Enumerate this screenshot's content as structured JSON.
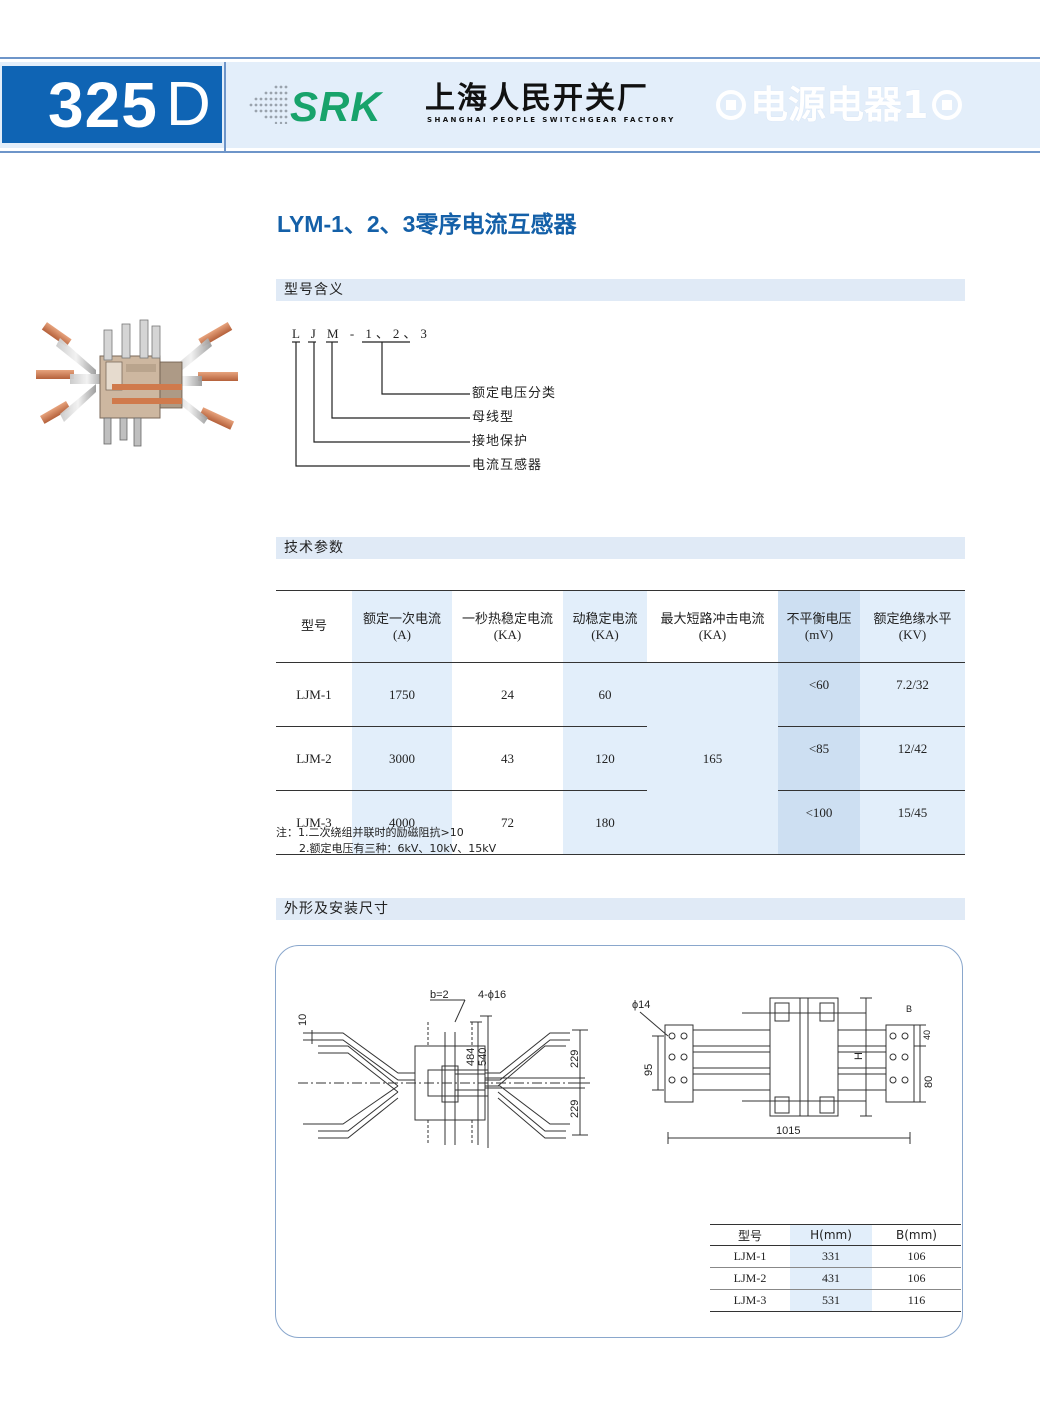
{
  "header": {
    "page_number": "325",
    "page_suffix": "D",
    "brand": "SRK",
    "company_cn": "上海人民开关厂",
    "company_en": "SHANGHAI PEOPLE SWITCHGEAR FACTORY",
    "category": "电源电器1",
    "colors": {
      "page_box": "#0f64b4",
      "header_bg": "#e3eefa",
      "brand": "#18a36b",
      "title": "#1460a8"
    }
  },
  "title": "LYM-1、2、3零序电流互感器",
  "sections": {
    "model_meaning": "型号含义",
    "tech_params": "技术参数",
    "dimensions": "外形及安装尺寸"
  },
  "model_meaning": {
    "code": "L J M - 1、2、3",
    "labels": [
      "额定电压分类",
      "母线型",
      "接地保护",
      "电流互感器"
    ]
  },
  "params_table": {
    "headers": [
      {
        "name": "型号",
        "unit": ""
      },
      {
        "name": "额定一次电流",
        "unit": "(A)"
      },
      {
        "name": "一秒热稳定电流",
        "unit": "(KA)"
      },
      {
        "name": "动稳定电流",
        "unit": "(KA)"
      },
      {
        "name": "最大短路冲击电流",
        "unit": "(KA)"
      },
      {
        "name": "不平衡电压",
        "unit": "(mV)"
      },
      {
        "name": "额定绝缘水平",
        "unit": "(KV)"
      }
    ],
    "rows": [
      {
        "model": "LJM-1",
        "primary": "1750",
        "thermal": "24",
        "dynamic": "60",
        "unbalance": "<60",
        "insulation": "7.2/32"
      },
      {
        "model": "LJM-2",
        "primary": "3000",
        "thermal": "43",
        "dynamic": "120",
        "unbalance": "<85",
        "insulation": "12/42"
      },
      {
        "model": "LJM-3",
        "primary": "4000",
        "thermal": "72",
        "dynamic": "180",
        "unbalance": "<100",
        "insulation": "15/45"
      }
    ],
    "max_short_circuit": "165"
  },
  "notes": [
    "注：1.二次绕组并联时的励磁阻抗>10",
    "2.额定电压有三种：6kV、10kV、15kV"
  ],
  "drawing_labels": {
    "b2": "b=2",
    "holes": "4-ϕ16",
    "d10": "10",
    "d484": "484",
    "d540": "540",
    "d229a": "229",
    "d229b": "229",
    "phi14": "ϕ14",
    "d95": "95",
    "d1015": "1015",
    "dH": "H",
    "dB": "B",
    "d40": "40",
    "d80": "80"
  },
  "dims_table": {
    "headers": [
      "型号",
      "H(mm)",
      "B(mm)"
    ],
    "rows": [
      [
        "LJM-1",
        "331",
        "106"
      ],
      [
        "LJM-2",
        "431",
        "106"
      ],
      [
        "LJM-3",
        "531",
        "116"
      ]
    ]
  }
}
